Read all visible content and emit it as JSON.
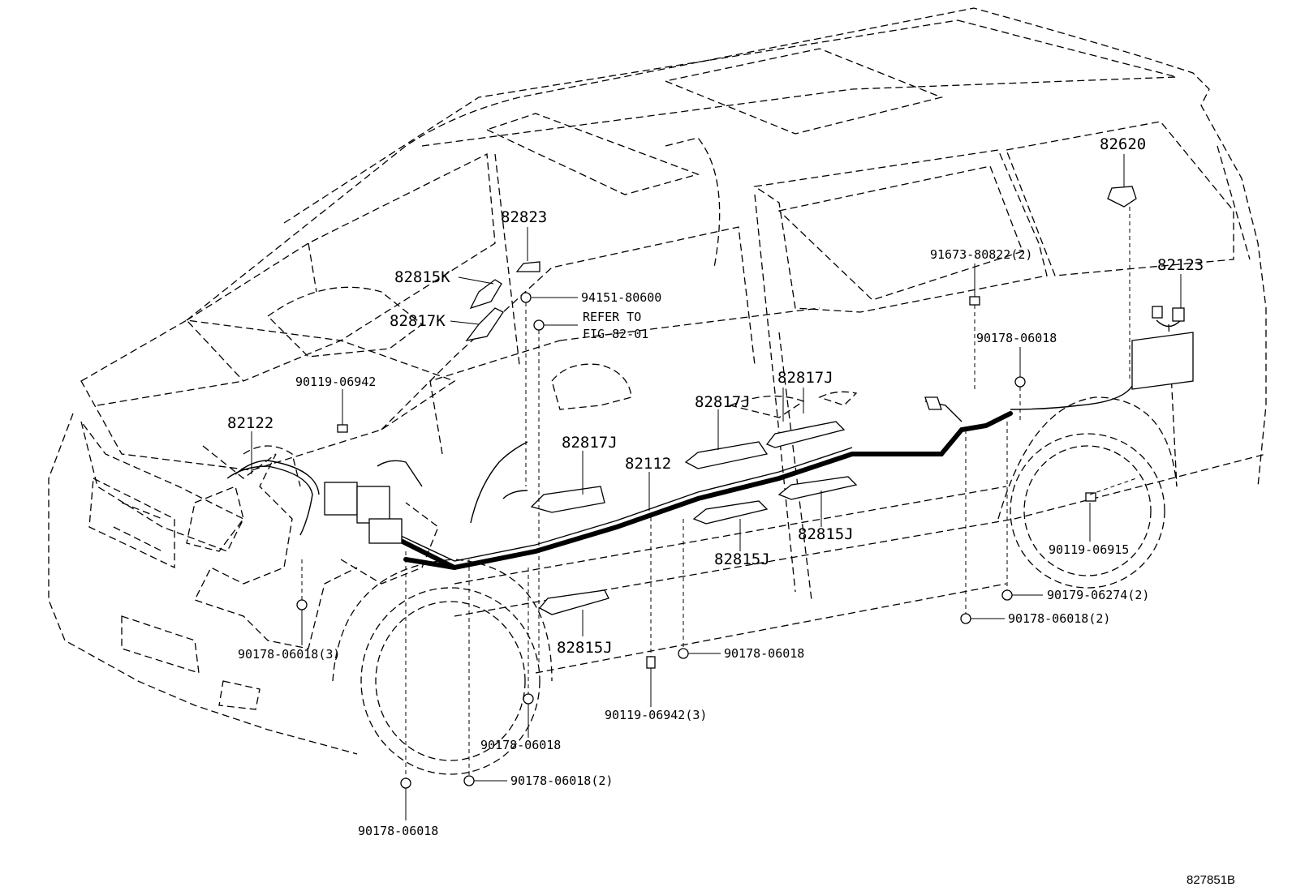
{
  "diagram_ref": "827851B",
  "labels": {
    "p82823": "82823",
    "p82815K": "82815K",
    "p94151": "94151-80600",
    "p82817K": "82817K",
    "refer1": "REFER TO",
    "refer2": "FIG 82-01",
    "p90119a": "90119-06942",
    "p82122": "82122",
    "p82817J_a": "82817J",
    "p82817J_b": "82817J",
    "p82817J_c": "82817J",
    "p82112": "82112",
    "p82815J_a": "82815J",
    "p82815J_b": "82815J",
    "p82815J_c": "82815J",
    "p82620": "82620",
    "p91673": "91673-80822(2)",
    "p82123": "82123",
    "p90178a": "90178-06018",
    "p90119b": "90119-06915",
    "p90179": "90179-06274(2)",
    "p90178b": "90178-06018(2)",
    "p90178c": "90178-06018",
    "p90119c": "90119-06942(3)",
    "p90178d": "90178-06018(3)",
    "p90178e": "90178-06018",
    "p90178f": "90178-06018(2)",
    "p90178g": "90178-06018"
  },
  "icons": [
    "nut-icon",
    "bolt-icon",
    "clip-icon",
    "bracket-icon",
    "relay-icon",
    "fuse-box-icon",
    "battery-icon"
  ]
}
